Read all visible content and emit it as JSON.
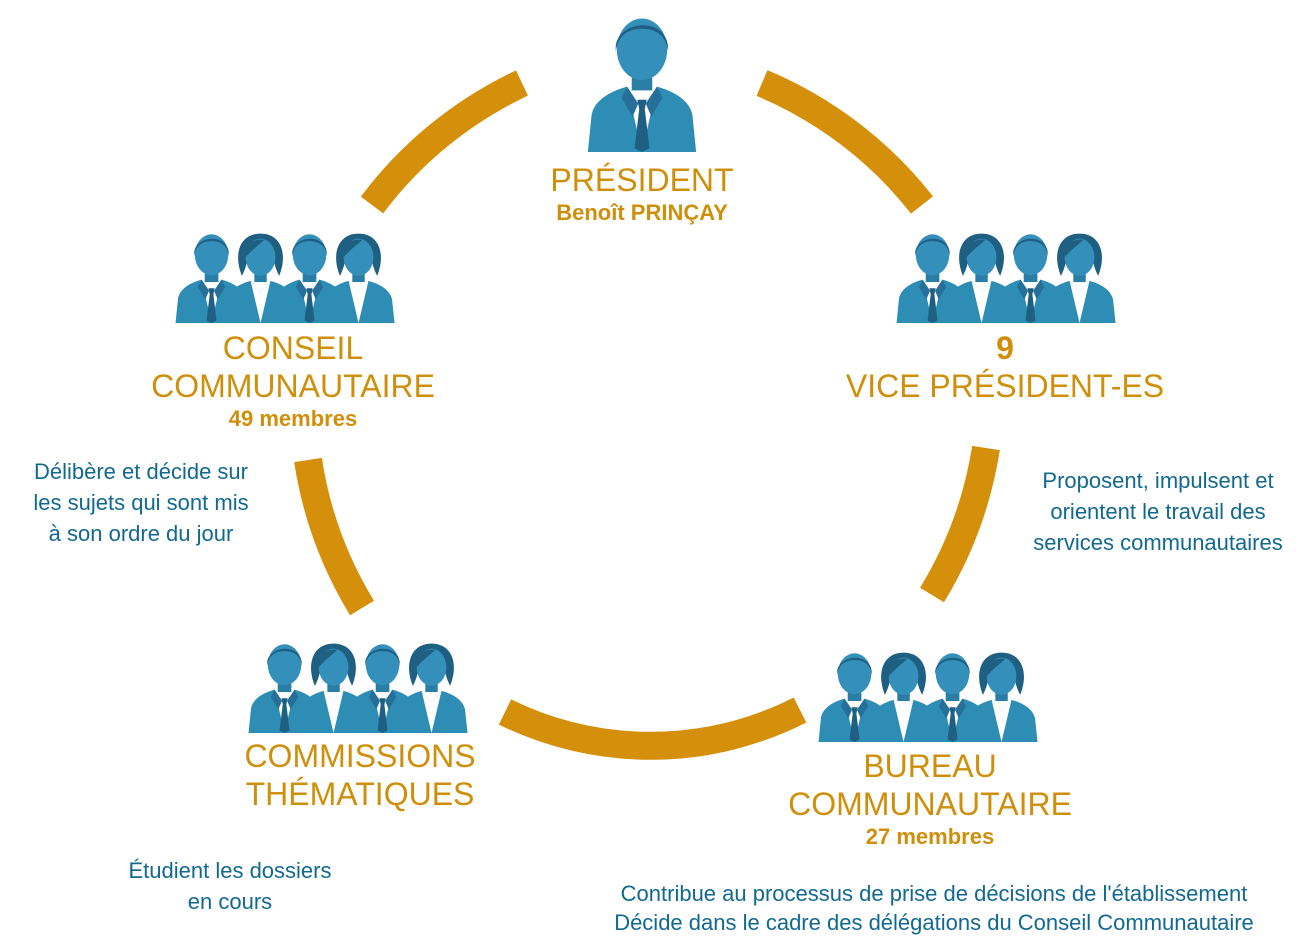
{
  "colors": {
    "accent_gold": "#cf8f0b",
    "text_blue": "#11698f",
    "icon_blue": "#2e8db5",
    "icon_dark": "#1e5f82"
  },
  "president": {
    "title": "PRÉSIDENT",
    "name": "Benoît PRINÇAY",
    "icon": "person-icon"
  },
  "vice_presidents": {
    "count": "9",
    "title": "VICE PRÉSIDENT-ES",
    "desc_lines": [
      "Proposent, impulsent et",
      "orientent le travail des",
      "services communautaires"
    ],
    "icon": "group-icon"
  },
  "conseil": {
    "title_lines": [
      "CONSEIL",
      "COMMUNAUTAIRE"
    ],
    "members": "49 membres",
    "desc_lines": [
      "Délibère et décide sur",
      "les sujets qui sont mis",
      "à son ordre du jour"
    ],
    "icon": "group-icon"
  },
  "commissions": {
    "title_lines": [
      "COMMISSIONS",
      "THÉMATIQUES"
    ],
    "desc_lines": [
      "Étudient les dossiers",
      "en cours"
    ],
    "icon": "group-icon"
  },
  "bureau": {
    "title_lines": [
      "BUREAU",
      "COMMUNAUTAIRE"
    ],
    "members": "27 membres",
    "desc_lines": [
      "Contribue au processus de prise de décisions de l'établissement",
      "Décide dans le cadre des délégations du Conseil Communautaire"
    ],
    "icon": "group-icon"
  }
}
